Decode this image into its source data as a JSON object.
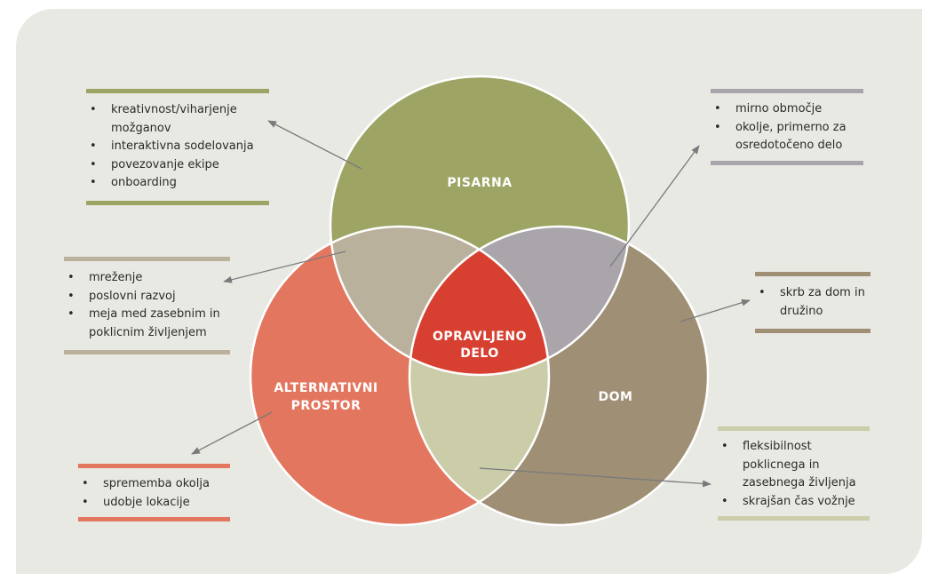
{
  "diagram": {
    "type": "venn",
    "colors": {
      "background": "#e9e9e4",
      "pisarna": "#9ea464",
      "alternativni": "#e3765e",
      "dom": "#9e8f75",
      "pisarna_alternativni": "#bab19d",
      "pisarna_dom": "#aaa5aa",
      "alternativni_dom": "#cbcda8",
      "center": "#d73f30",
      "arrow": "#7a7a7c"
    },
    "circles": {
      "pisarna": {
        "label": [
          "PISARNA"
        ]
      },
      "alternativni": {
        "label": [
          "ALTERNATIVNI",
          "PROSTOR"
        ]
      },
      "dom": {
        "label": [
          "DOM"
        ]
      },
      "center": {
        "label": [
          "OPRAVLJENO",
          "DELO"
        ]
      }
    },
    "notes": {
      "pisarna": {
        "color": "#9ea464",
        "items": [
          "kreativnost/viharjenje možganov",
          "interaktivna sodelovanja",
          "povezovanje ekipe",
          "onboarding"
        ]
      },
      "pisarna_dom": {
        "color": "#aaa5aa",
        "items": [
          "mirno območje",
          "okolje, primerno za osredotočeno delo"
        ]
      },
      "pisarna_alternativni": {
        "color": "#bab19d",
        "items": [
          "mreženje",
          "poslovni razvoj",
          "meja med zasebnim in poklicnim življenjem"
        ]
      },
      "dom": {
        "color": "#9e8f75",
        "items": [
          "skrb za dom in družino"
        ]
      },
      "alternativni": {
        "color": "#e3765e",
        "items": [
          "sprememba okolja",
          "udobje lokacije"
        ]
      },
      "alternativni_dom": {
        "color": "#cbcda8",
        "items": [
          "fleksibilnost poklicnega in zasebnega življenja",
          "skrajšan čas vožnje"
        ]
      }
    }
  }
}
